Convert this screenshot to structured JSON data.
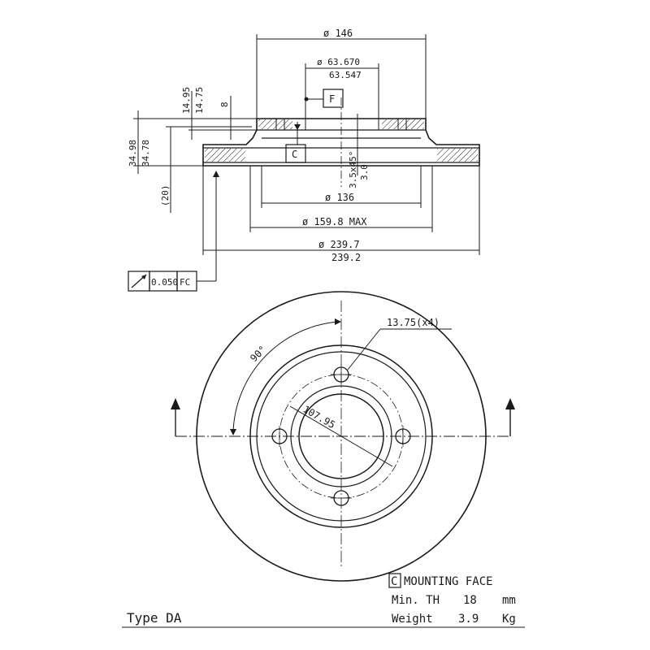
{
  "section_view": {
    "dim_outer_top": "ø 146",
    "dim_bore_upper": "ø 63.670",
    "dim_bore_lower": "63.547",
    "datum_f": "F",
    "datum_c": "C",
    "dim_thk_a": "14.95",
    "dim_thk_b": "14.75",
    "dim_8": "8",
    "dim_total_a": "34.98",
    "dim_total_b": "34.78",
    "dim_20": "(20)",
    "dim_chamfer": "3.5x45°",
    "dim_3": "3.0",
    "dim_136": "ø 136",
    "dim_159": "ø 159.8 MAX",
    "dim_outer_a": "ø 239.7",
    "dim_outer_b": "239.2",
    "tol_value": "0.050",
    "tol_ref": "FC"
  },
  "front_view": {
    "hole_label": "13.75(x4)",
    "pcd_label": "107.95",
    "angle_label": "90°"
  },
  "notes": {
    "c_box": "C",
    "mounting": "MOUNTING FACE",
    "min_label": "Min. TH",
    "min_value": "18",
    "min_unit": "mm",
    "weight_label": "Weight",
    "weight_value": "3.9",
    "weight_unit": "Kg",
    "type": "Type DA"
  }
}
